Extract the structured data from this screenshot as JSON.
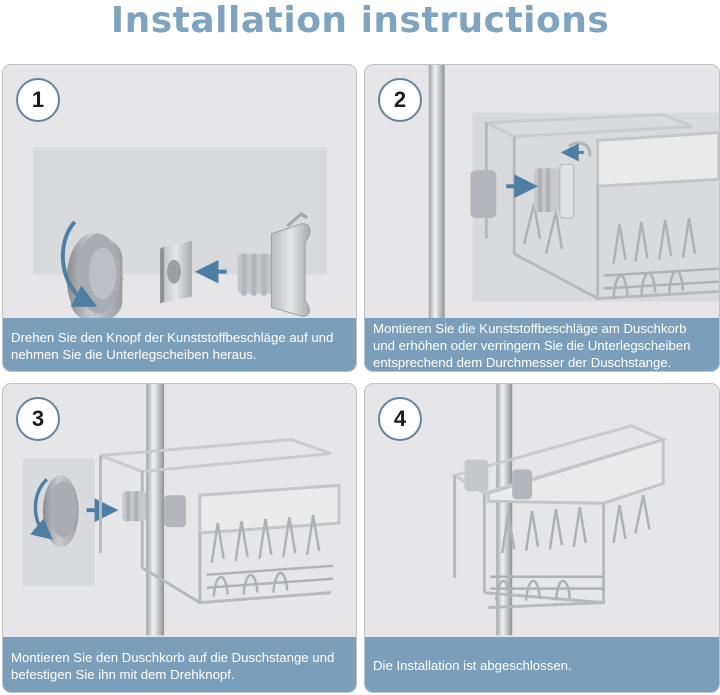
{
  "title": "Installation instructions",
  "steps": [
    {
      "number": "1",
      "caption": "Drehen Sie den Knopf der Kunststoffbeschläge auf und nehmen Sie die Unterlegscheiben heraus."
    },
    {
      "number": "2",
      "caption": "Montieren Sie die Kunststoffbeschläge am Duschkorb und erhöhen oder verringern Sie die Unterlegscheiben entsprechend dem Durchmesser der Duschstange."
    },
    {
      "number": "3",
      "caption": "Montieren Sie den Duschkorb auf die Duschstange und befestigen Sie ihn mit dem Drehknopf."
    },
    {
      "number": "4",
      "caption": "Die Installation ist abgeschlossen."
    }
  ],
  "colors": {
    "title": "#7fa4c0",
    "caption_bg": "#7b9fbb",
    "card_bg": "#e6e6e8",
    "arrow": "#5b85a7"
  },
  "icons": [
    "knob-icon",
    "rotate-arrow-icon",
    "washer-icon",
    "clamp-icon",
    "shower-pole-icon",
    "shower-basket-icon"
  ]
}
